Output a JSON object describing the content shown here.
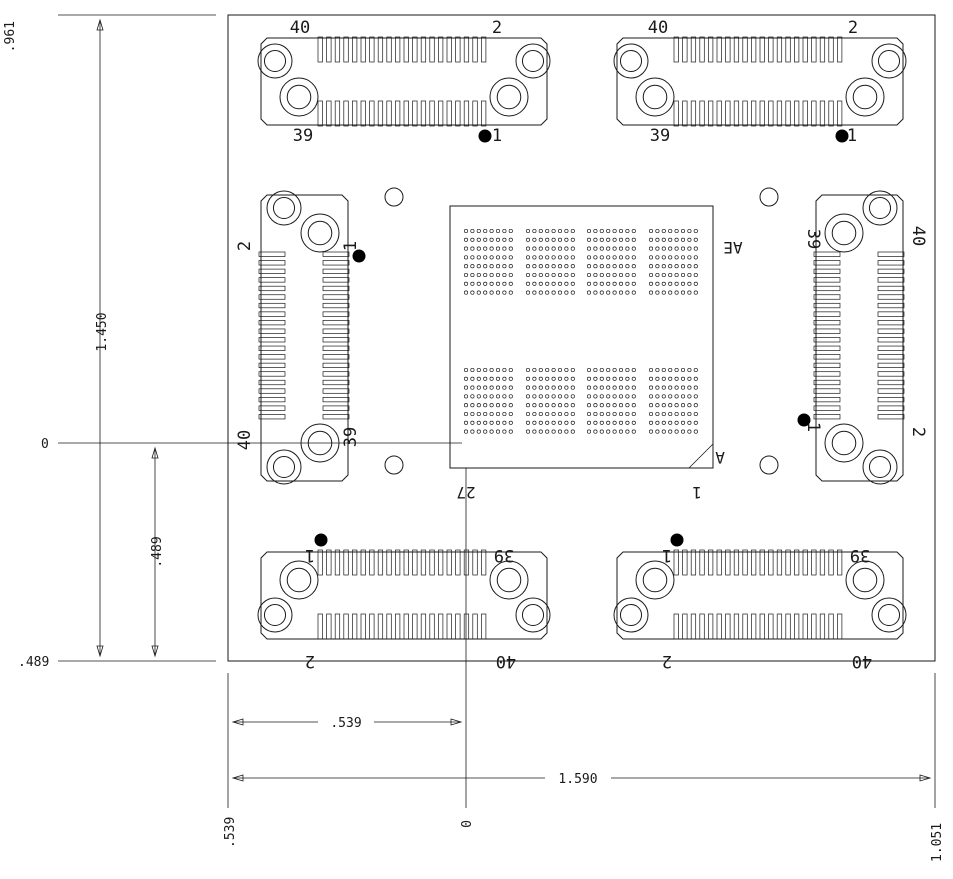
{
  "dimensions": {
    "top_value": ".961",
    "bottom_value": ".489",
    "origin_y_value": "0",
    "height_value": "1.450",
    "lower_height_value": ".489",
    "left_x_value": ".539",
    "origin_x_value": "0",
    "right_x_value": "1.051",
    "left_offset_value": ".539",
    "total_width_value": "1.590"
  },
  "connectors": {
    "top_left": {
      "pin_top_left": "40",
      "pin_top_right": "2",
      "pin_bottom_left": "39",
      "pin_bottom_right": "1"
    },
    "top_right": {
      "pin_top_left": "40",
      "pin_top_right": "2",
      "pin_bottom_left": "39",
      "pin_bottom_right": "1"
    },
    "left": {
      "pin_top": "2",
      "pin_top_right": "1",
      "pin_bottom_left": "40",
      "pin_bottom_right": "39"
    },
    "right": {
      "pin_top_left": "39",
      "pin_top_right": "40",
      "pin_bottom_left": "1",
      "pin_bottom_right": "2"
    },
    "bottom_left": {
      "pin_top_left": "1",
      "pin_top_right": "39",
      "pin_bottom_left": "2",
      "pin_bottom_right": "40"
    },
    "bottom_right": {
      "pin_top_left": "1",
      "pin_top_right": "39",
      "pin_bottom_left": "2",
      "pin_bottom_right": "40"
    }
  },
  "bga": {
    "corner_top_right": "AE",
    "corner_bottom_right": "A",
    "corner_bottom_right_col": "1",
    "corner_bottom_left_col": "27"
  }
}
